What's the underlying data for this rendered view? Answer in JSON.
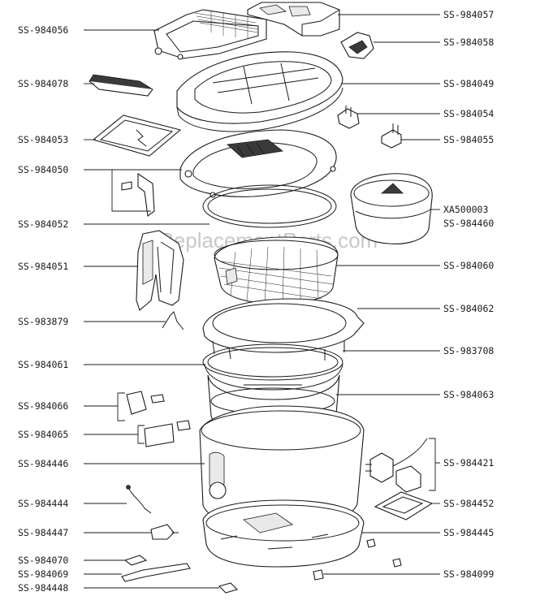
{
  "watermark": "ReplacementParts.com",
  "labels": {
    "ss984056": "SS-984056",
    "ss984078": "SS-984078",
    "ss984053": "SS-984053",
    "ss984050": "SS-984050",
    "ss984052": "SS-984052",
    "ss984051": "SS-984051",
    "ss983879": "SS-983879",
    "ss984061": "SS-984061",
    "ss984066": "SS-984066",
    "ss984065": "SS-984065",
    "ss984446": "SS-984446",
    "ss984444": "SS-984444",
    "ss984447": "SS-984447",
    "ss984070": "SS-984070",
    "ss984069": "SS-984069",
    "ss984448": "SS-984448",
    "ss984057": "SS-984057",
    "ss984058": "SS-984058",
    "ss984049": "SS-984049",
    "ss984054": "SS-984054",
    "ss984055": "SS-984055",
    "xa500003": "XA500003",
    "ss984460": "SS-984460",
    "ss984060": "SS-984060",
    "ss984062": "SS-984062",
    "ss983708": "SS-983708",
    "ss984063": "SS-984063",
    "ss984421": "SS-984421",
    "ss984452": "SS-984452",
    "ss984445": "SS-984445",
    "ss984099": "SS-984099"
  }
}
